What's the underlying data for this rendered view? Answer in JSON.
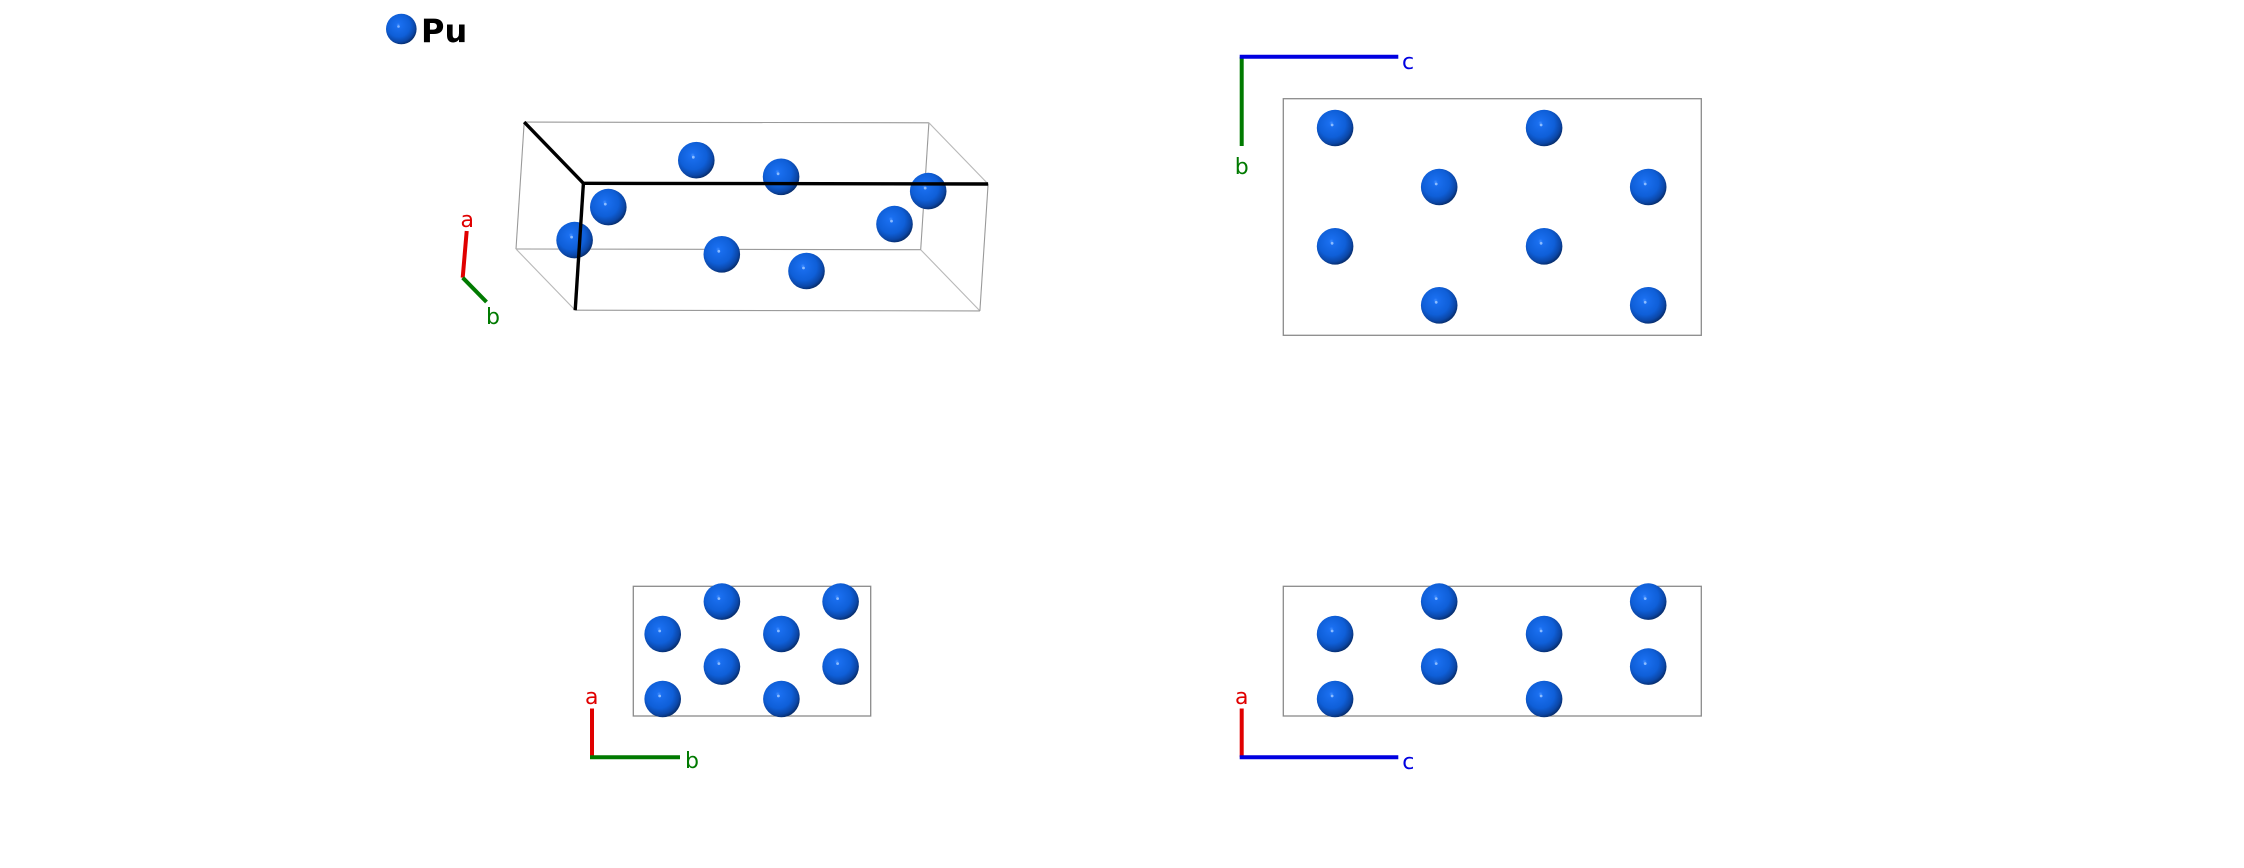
{
  "figure": {
    "legend": [
      {
        "element": "Pu",
        "color": "#1565e8"
      }
    ],
    "atom_color": "#1565e8",
    "axis_colors": {
      "a": "#e00000",
      "b": "#007a00",
      "c": "#0000e0"
    },
    "atoms_fractional": [
      {
        "element": "Pu",
        "a": 0.131,
        "b": 0.124,
        "c": 0.124
      },
      {
        "element": "Pu",
        "a": 0.632,
        "b": 0.624,
        "c": 0.124
      },
      {
        "element": "Pu",
        "a": 0.882,
        "b": 0.373,
        "c": 0.373
      },
      {
        "element": "Pu",
        "a": 0.381,
        "b": 0.873,
        "c": 0.373
      },
      {
        "element": "Pu",
        "a": 0.632,
        "b": 0.124,
        "c": 0.624
      },
      {
        "element": "Pu",
        "a": 0.131,
        "b": 0.624,
        "c": 0.624
      },
      {
        "element": "Pu",
        "a": 0.882,
        "b": 0.873,
        "c": 0.873
      },
      {
        "element": "Pu",
        "a": 0.381,
        "b": 0.373,
        "c": 0.873
      }
    ],
    "views": [
      {
        "id": "perspective",
        "projection": "3d",
        "axis_labels": [
          "a",
          "b"
        ]
      },
      {
        "id": "along-a",
        "projection": "b-c",
        "horizontal": "c",
        "vertical": "b",
        "axis_labels": [
          "c",
          "b"
        ]
      },
      {
        "id": "along-c",
        "projection": "a-b",
        "horizontal": "b",
        "vertical": "a",
        "axis_labels": [
          "a",
          "b"
        ]
      },
      {
        "id": "along-b",
        "projection": "a-c",
        "horizontal": "c",
        "vertical": "a",
        "axis_labels": [
          "a",
          "c"
        ]
      }
    ]
  },
  "labels": {
    "legend_pu": "Pu",
    "v3d_a": "a",
    "v3d_b": "b",
    "vbc_c": "c",
    "vbc_b": "b",
    "vab_a": "a",
    "vab_b": "b",
    "vac_a": "a",
    "vac_c": "c"
  }
}
